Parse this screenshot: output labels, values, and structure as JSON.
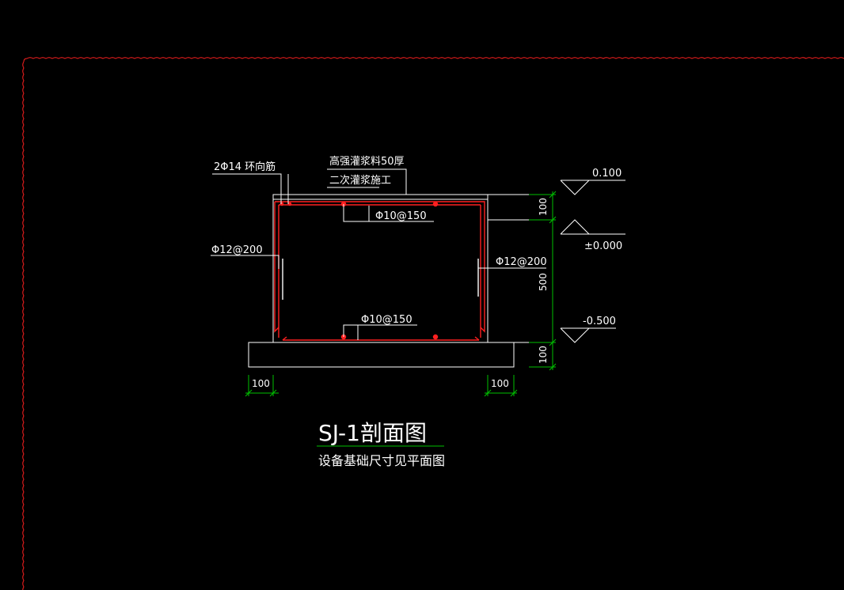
{
  "drawing": {
    "title": "SJ-1剖面图",
    "subtitle": "设备基础尺寸见平面图",
    "colors": {
      "background": "#000000",
      "lines": "#ffffff",
      "rebar": "#ff2020",
      "dimension": "#00c000",
      "border": "#ff2020"
    },
    "annotations": {
      "ring_bar": "2Φ14  环向筋",
      "grout_line1": "高强灌浆料50厚",
      "grout_line2": "二次灌浆施工",
      "top_bar": "Φ10@150",
      "bottom_bar": "Φ10@150",
      "left_bar": "Φ12@200",
      "right_bar": "Φ12@200"
    },
    "elevations": {
      "top": "0.100",
      "zero": "±0.000",
      "bottom": "-0.500"
    },
    "dimensions": {
      "vertical_top": "100",
      "vertical_middle": "500",
      "vertical_bottom": "100",
      "horizontal_left": "100",
      "horizontal_right": "100"
    }
  }
}
